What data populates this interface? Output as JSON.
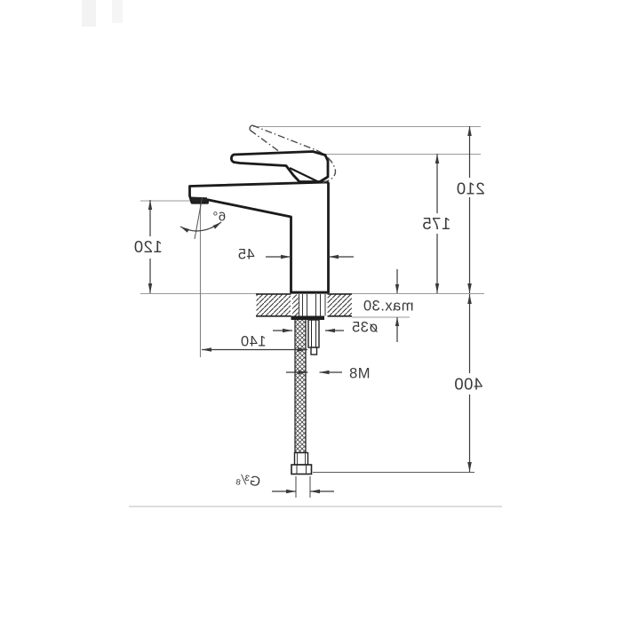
{
  "drawing": {
    "type": "faucet-installation-dimension-drawing",
    "orientation": "mirrored",
    "dimensions": {
      "overall_height": "210",
      "spout_top_height": "175",
      "spout_outlet_height": "120",
      "body_depth": "45",
      "spout_angle": "6°",
      "mounting_thickness": "max.30",
      "hole_diameter": "ø35",
      "spout_reach": "140",
      "fixing_stud": "M8",
      "hose_length": "400",
      "supply_thread": "G³⁄₈"
    },
    "style": {
      "object_line_color": "#1b1b1b",
      "dimension_color": "#3a3a3a",
      "extension_color": "#9a9a9a",
      "background": "#ffffff"
    }
  }
}
